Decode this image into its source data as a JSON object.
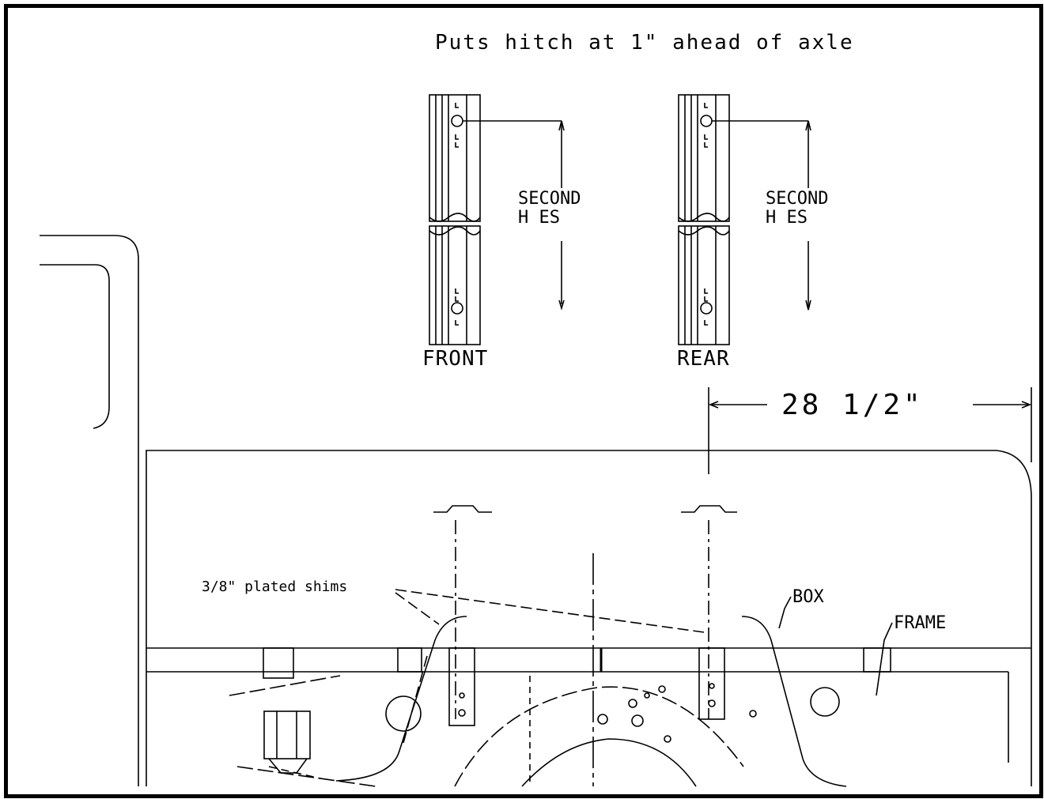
{
  "title": "Puts hitch at 1\" ahead of axle",
  "labels": {
    "front": "FRONT",
    "rear": "REAR",
    "second_holes_front_line1": "SECOND",
    "second_holes_front_line2": "H   ES",
    "second_holes_rear_line1": "SECOND",
    "second_holes_rear_line2": "H   ES",
    "dimension": "28 1/2\"",
    "shims": "3/8\" plated shims",
    "box": "BOX",
    "frame": "FRAME"
  }
}
